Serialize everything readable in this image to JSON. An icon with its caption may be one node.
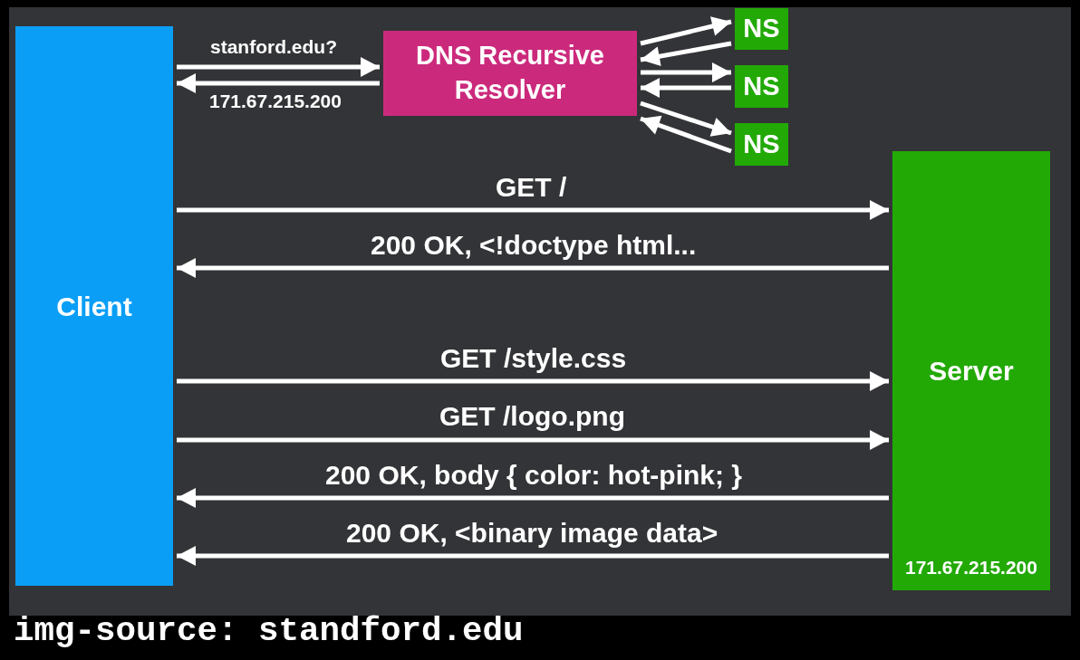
{
  "diagram": {
    "caption": "img-source: standford.edu",
    "nodes": [
      {
        "text": [
          "Client"
        ]
      },
      {
        "text": [
          "DNS Recursive Resolver"
        ]
      },
      {
        "text": [
          "NS"
        ]
      },
      {
        "text": [
          "NS"
        ]
      },
      {
        "text": [
          "NS"
        ]
      },
      {
        "text": [
          "Server",
          "171.67.215.200"
        ]
      }
    ],
    "edges": [
      {
        "from": 0,
        "to": 1,
        "arrow": "to",
        "label": "stanford.edu?"
      },
      {
        "from": 1,
        "to": 0,
        "arrow": "to",
        "label": "171.67.215.200"
      },
      {
        "from": 1,
        "to": 2,
        "arrow": "to"
      },
      {
        "from": 2,
        "to": 1,
        "arrow": "to"
      },
      {
        "from": 1,
        "to": 3,
        "arrow": "to"
      },
      {
        "from": 3,
        "to": 1,
        "arrow": "to"
      },
      {
        "from": 1,
        "to": 4,
        "arrow": "to"
      },
      {
        "from": 4,
        "to": 1,
        "arrow": "to"
      },
      {
        "from": 0,
        "to": 5,
        "arrow": "to",
        "label": "GET /"
      },
      {
        "from": 5,
        "to": 0,
        "arrow": "to",
        "label": "200 OK, <!doctype html..."
      },
      {
        "from": 0,
        "to": 5,
        "arrow": "to",
        "label": "GET /style.css"
      },
      {
        "from": 0,
        "to": 5,
        "arrow": "to",
        "label": "GET /logo.png"
      },
      {
        "from": 5,
        "to": 0,
        "arrow": "to",
        "label": "200 OK, body { color: hot-pink; }"
      },
      {
        "from": 5,
        "to": 0,
        "arrow": "to",
        "label": "200 OK, <binary image data>"
      }
    ]
  }
}
